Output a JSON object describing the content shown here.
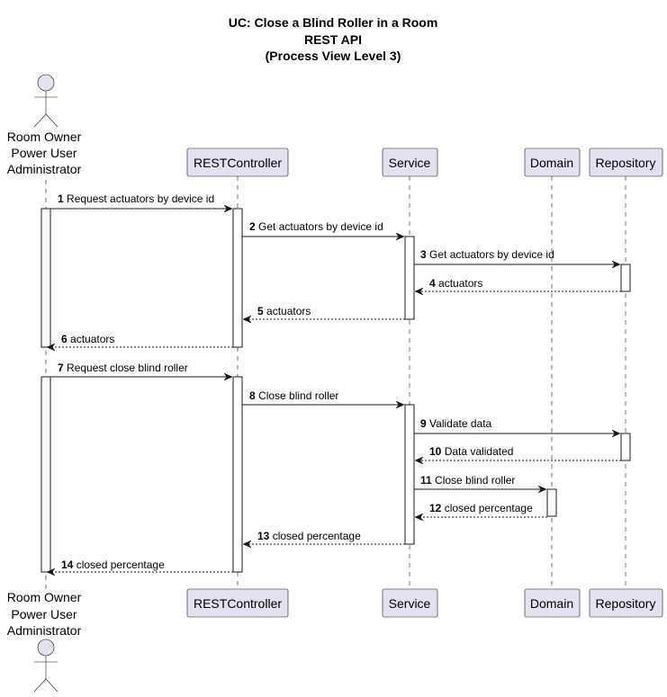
{
  "title": {
    "line1": "UC: Close a Blind Roller in a Room",
    "line2": "REST API",
    "line3": "(Process View Level 3)"
  },
  "actor": {
    "line1": "Room Owner",
    "line2": "Power User",
    "line3": "Administrator"
  },
  "participants": [
    "RESTController",
    "Service",
    "Domain",
    "Repository"
  ],
  "messages": [
    {
      "num": "1",
      "text": "Request actuators by device id",
      "from": "actor",
      "to": "RESTController",
      "type": "call"
    },
    {
      "num": "2",
      "text": "Get actuators by device id",
      "from": "RESTController",
      "to": "Service",
      "type": "call"
    },
    {
      "num": "3",
      "text": "Get actuators by device id",
      "from": "Service",
      "to": "Repository",
      "type": "call"
    },
    {
      "num": "4",
      "text": "actuators",
      "from": "Repository",
      "to": "Service",
      "type": "return"
    },
    {
      "num": "5",
      "text": "actuators",
      "from": "Service",
      "to": "RESTController",
      "type": "return"
    },
    {
      "num": "6",
      "text": "actuators",
      "from": "RESTController",
      "to": "actor",
      "type": "return"
    },
    {
      "num": "7",
      "text": "Request close blind roller",
      "from": "actor",
      "to": "RESTController",
      "type": "call"
    },
    {
      "num": "8",
      "text": "Close blind roller",
      "from": "RESTController",
      "to": "Service",
      "type": "call"
    },
    {
      "num": "9",
      "text": "Validate data",
      "from": "Service",
      "to": "Repository",
      "type": "call"
    },
    {
      "num": "10",
      "text": "Data validated",
      "from": "Repository",
      "to": "Service",
      "type": "return"
    },
    {
      "num": "11",
      "text": "Close blind roller",
      "from": "Service",
      "to": "Domain",
      "type": "call"
    },
    {
      "num": "12",
      "text": "closed percentage",
      "from": "Domain",
      "to": "Service",
      "type": "return"
    },
    {
      "num": "13",
      "text": "closed percentage",
      "from": "Service",
      "to": "RESTController",
      "type": "return"
    },
    {
      "num": "14",
      "text": "closed percentage",
      "from": "RESTController",
      "to": "actor",
      "type": "return"
    }
  ]
}
